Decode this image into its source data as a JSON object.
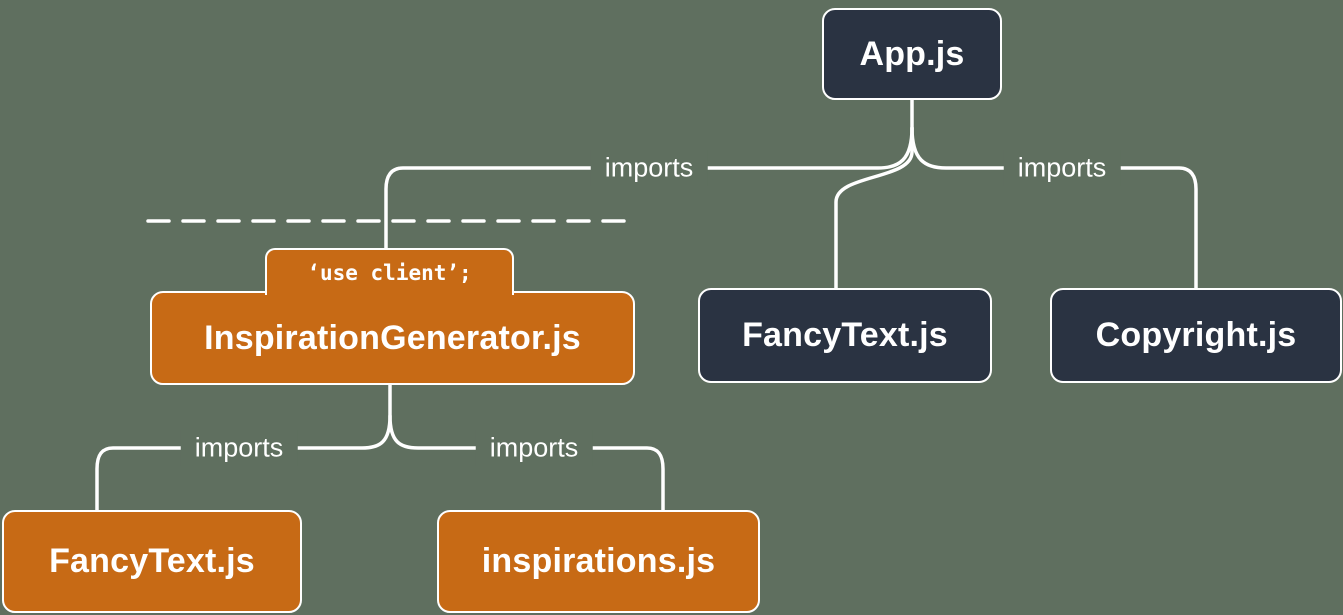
{
  "colors": {
    "background": "#5f6f5f",
    "box_dark": "#2a3342",
    "box_orange": "#c76a15",
    "line": "#ffffff",
    "text": "#ffffff"
  },
  "nodes": {
    "app": {
      "label": "App.js"
    },
    "inspiration_generator": {
      "label": "InspirationGenerator.js",
      "badge": "‘use client’;"
    },
    "fancy_text_top": {
      "label": "FancyText.js"
    },
    "copyright": {
      "label": "Copyright.js"
    },
    "fancy_text_bottom": {
      "label": "FancyText.js"
    },
    "inspirations": {
      "label": "inspirations.js"
    }
  },
  "edges": {
    "app_to_inspiration_generator": "imports",
    "app_to_copyright": "imports",
    "inspiration_generator_to_fancy_text": "imports",
    "inspiration_generator_to_inspirations": "imports"
  }
}
